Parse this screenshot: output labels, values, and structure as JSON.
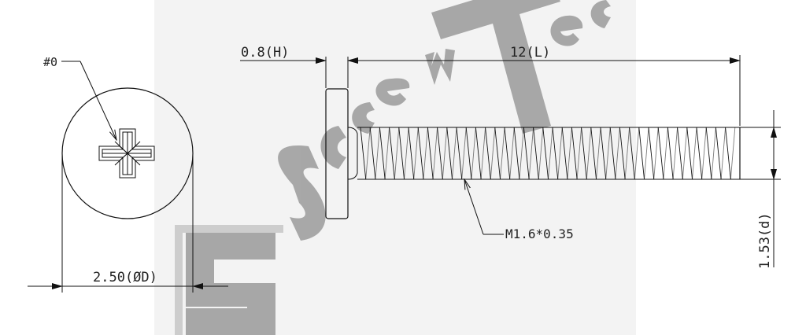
{
  "drawing": {
    "head_label": "#0",
    "height_label": "0.8(H)",
    "length_label": "12(L)",
    "diameter_label": "2.50(ØD)",
    "thread_label": "M1.6*0.35",
    "thread_dia_label": "1.53(d)"
  },
  "watermark": {
    "text": "ScrewTec"
  },
  "colors": {
    "line": "#111111",
    "watermark": "#9a9a9a",
    "watermark_bg": "#f3f3f3"
  }
}
